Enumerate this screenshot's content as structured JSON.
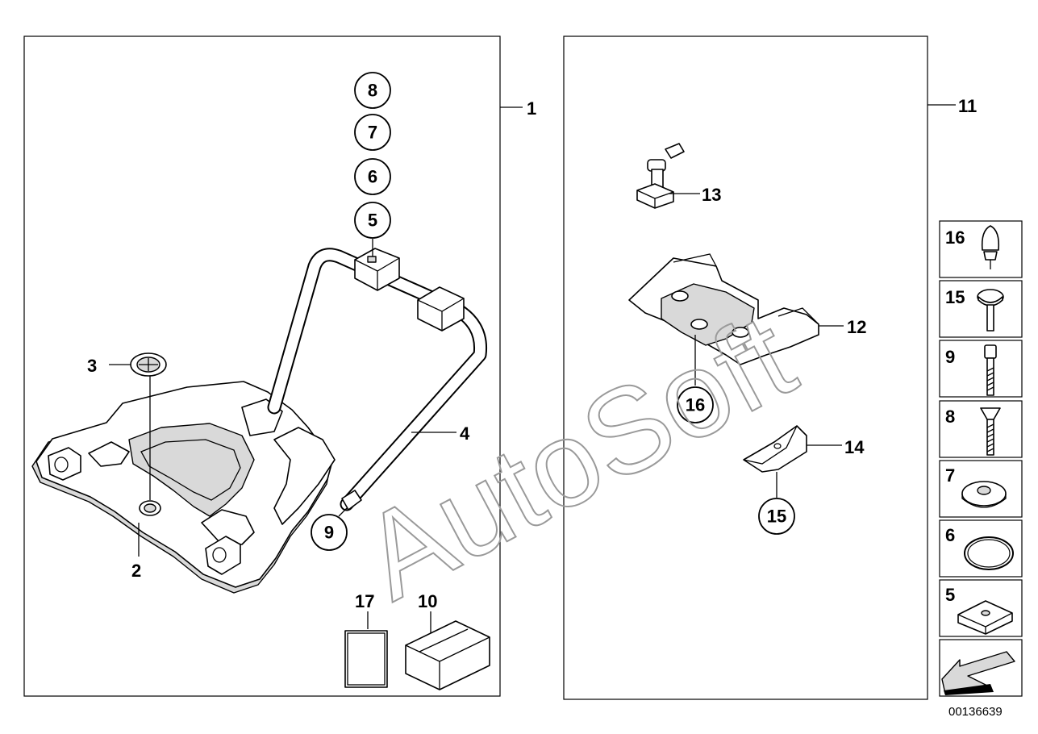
{
  "watermark": "AutoSoft",
  "reference_number": "00136639",
  "callouts": {
    "c1": "1",
    "c2": "2",
    "c3": "3",
    "c4": "4",
    "c5": "5",
    "c6": "6",
    "c7": "7",
    "c8": "8",
    "c9": "9",
    "c10": "10",
    "c11": "11",
    "c12": "12",
    "c13": "13",
    "c14": "14",
    "c15": "15",
    "c16": "16",
    "c17": "17"
  },
  "sidebar": {
    "items": [
      {
        "label": "16",
        "icon": "button-rivet-icon"
      },
      {
        "label": "15",
        "icon": "mushroom-bolt-icon"
      },
      {
        "label": "9",
        "icon": "socket-screw-icon"
      },
      {
        "label": "8",
        "icon": "countersunk-screw-icon"
      },
      {
        "label": "7",
        "icon": "washer-icon"
      },
      {
        "label": "6",
        "icon": "o-ring-icon"
      },
      {
        "label": "5",
        "icon": "clip-nut-icon"
      },
      {
        "label": "",
        "icon": "direction-arrow-icon"
      }
    ]
  }
}
